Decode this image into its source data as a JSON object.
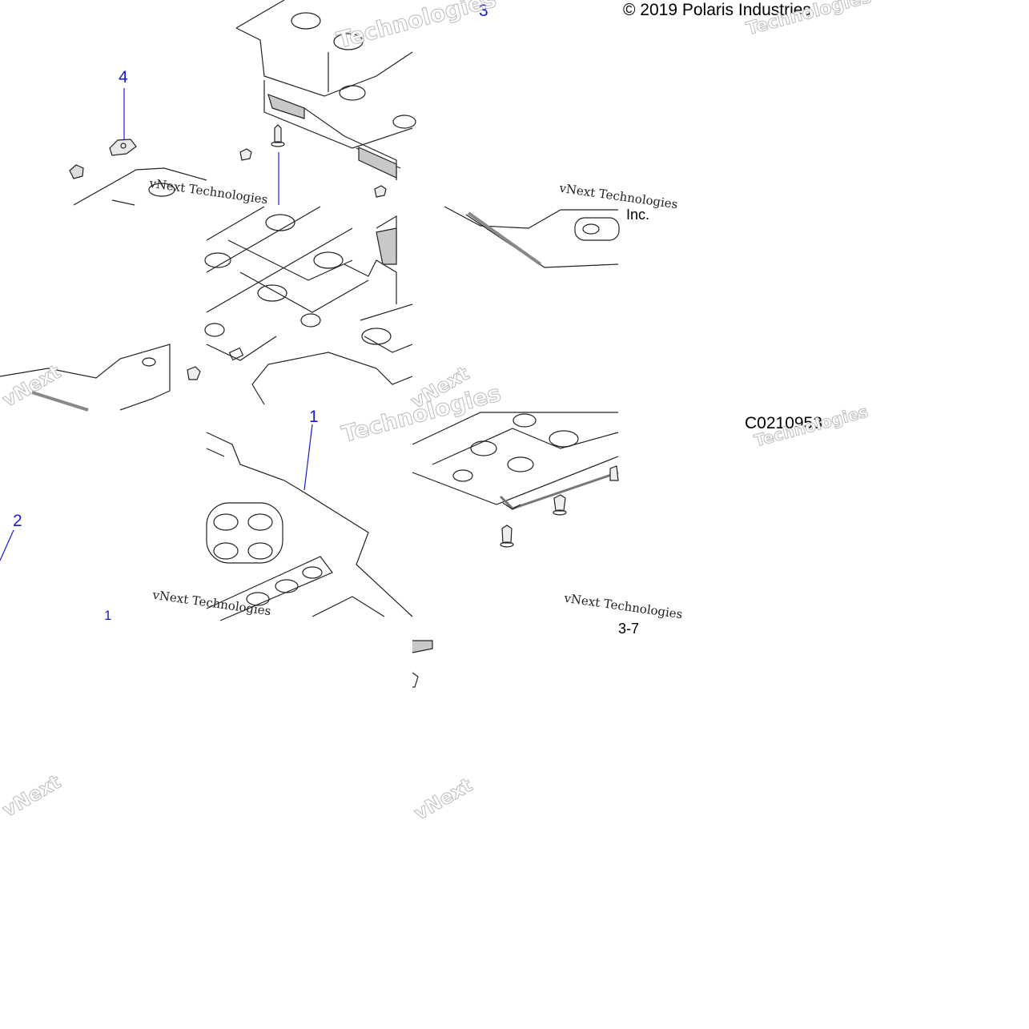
{
  "copyright": "© 2019 Polaris Industries",
  "copyright_tail": "Inc.",
  "drawing_id": "C0210953",
  "page_fragment": "3-7",
  "callouts": [
    {
      "label": "1",
      "name": "callout-1-main"
    },
    {
      "label": "1",
      "name": "callout-1-secondary"
    },
    {
      "label": "2",
      "name": "callout-2"
    },
    {
      "label": "3",
      "name": "callout-3"
    },
    {
      "label": "4",
      "name": "callout-4"
    }
  ],
  "watermark": {
    "serif": "vNext Technologies",
    "big_1": "vNext",
    "big_2": "Technologies"
  },
  "colors": {
    "callout": "#1a1ad6",
    "line": "#222222",
    "shade": "#c8c8c8",
    "background": "#ffffff"
  }
}
